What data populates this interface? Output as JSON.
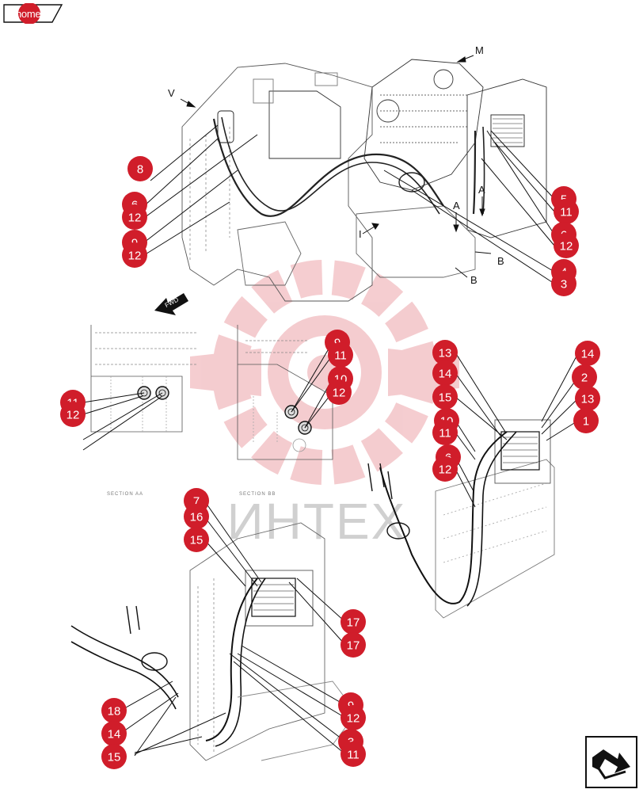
{
  "home": {
    "label": "home"
  },
  "brand": {
    "watermark_text": "ИНТЕХ",
    "accent": "#d01d2a"
  },
  "view_labels": {
    "v": "V",
    "m": "M",
    "i": "I",
    "a1": "A",
    "a2": "A",
    "b1": "B",
    "b2": "B",
    "fwd": "FWD",
    "section_aa": "SECTION AA",
    "section_bb": "SECTION BB"
  },
  "callouts": [
    {
      "label": "8"
    },
    {
      "label": "6"
    },
    {
      "label": "12"
    },
    {
      "label": "9"
    },
    {
      "label": "12"
    },
    {
      "label": "5"
    },
    {
      "label": "11"
    },
    {
      "label": "6"
    },
    {
      "label": "12"
    },
    {
      "label": "4"
    },
    {
      "label": "3"
    },
    {
      "label": "11"
    },
    {
      "label": "12"
    },
    {
      "label": "9"
    },
    {
      "label": "11"
    },
    {
      "label": "10"
    },
    {
      "label": "12"
    },
    {
      "label": "13"
    },
    {
      "label": "14"
    },
    {
      "label": "15"
    },
    {
      "label": "10"
    },
    {
      "label": "11"
    },
    {
      "label": "6"
    },
    {
      "label": "12"
    },
    {
      "label": "14"
    },
    {
      "label": "2"
    },
    {
      "label": "13"
    },
    {
      "label": "1"
    },
    {
      "label": "7"
    },
    {
      "label": "16"
    },
    {
      "label": "15"
    },
    {
      "label": "17"
    },
    {
      "label": "17"
    },
    {
      "label": "9"
    },
    {
      "label": "12"
    },
    {
      "label": "3"
    },
    {
      "label": "11"
    },
    {
      "label": "18"
    },
    {
      "label": "14"
    },
    {
      "label": "15"
    }
  ],
  "nav": {
    "icon": "return-arrow-icon"
  }
}
